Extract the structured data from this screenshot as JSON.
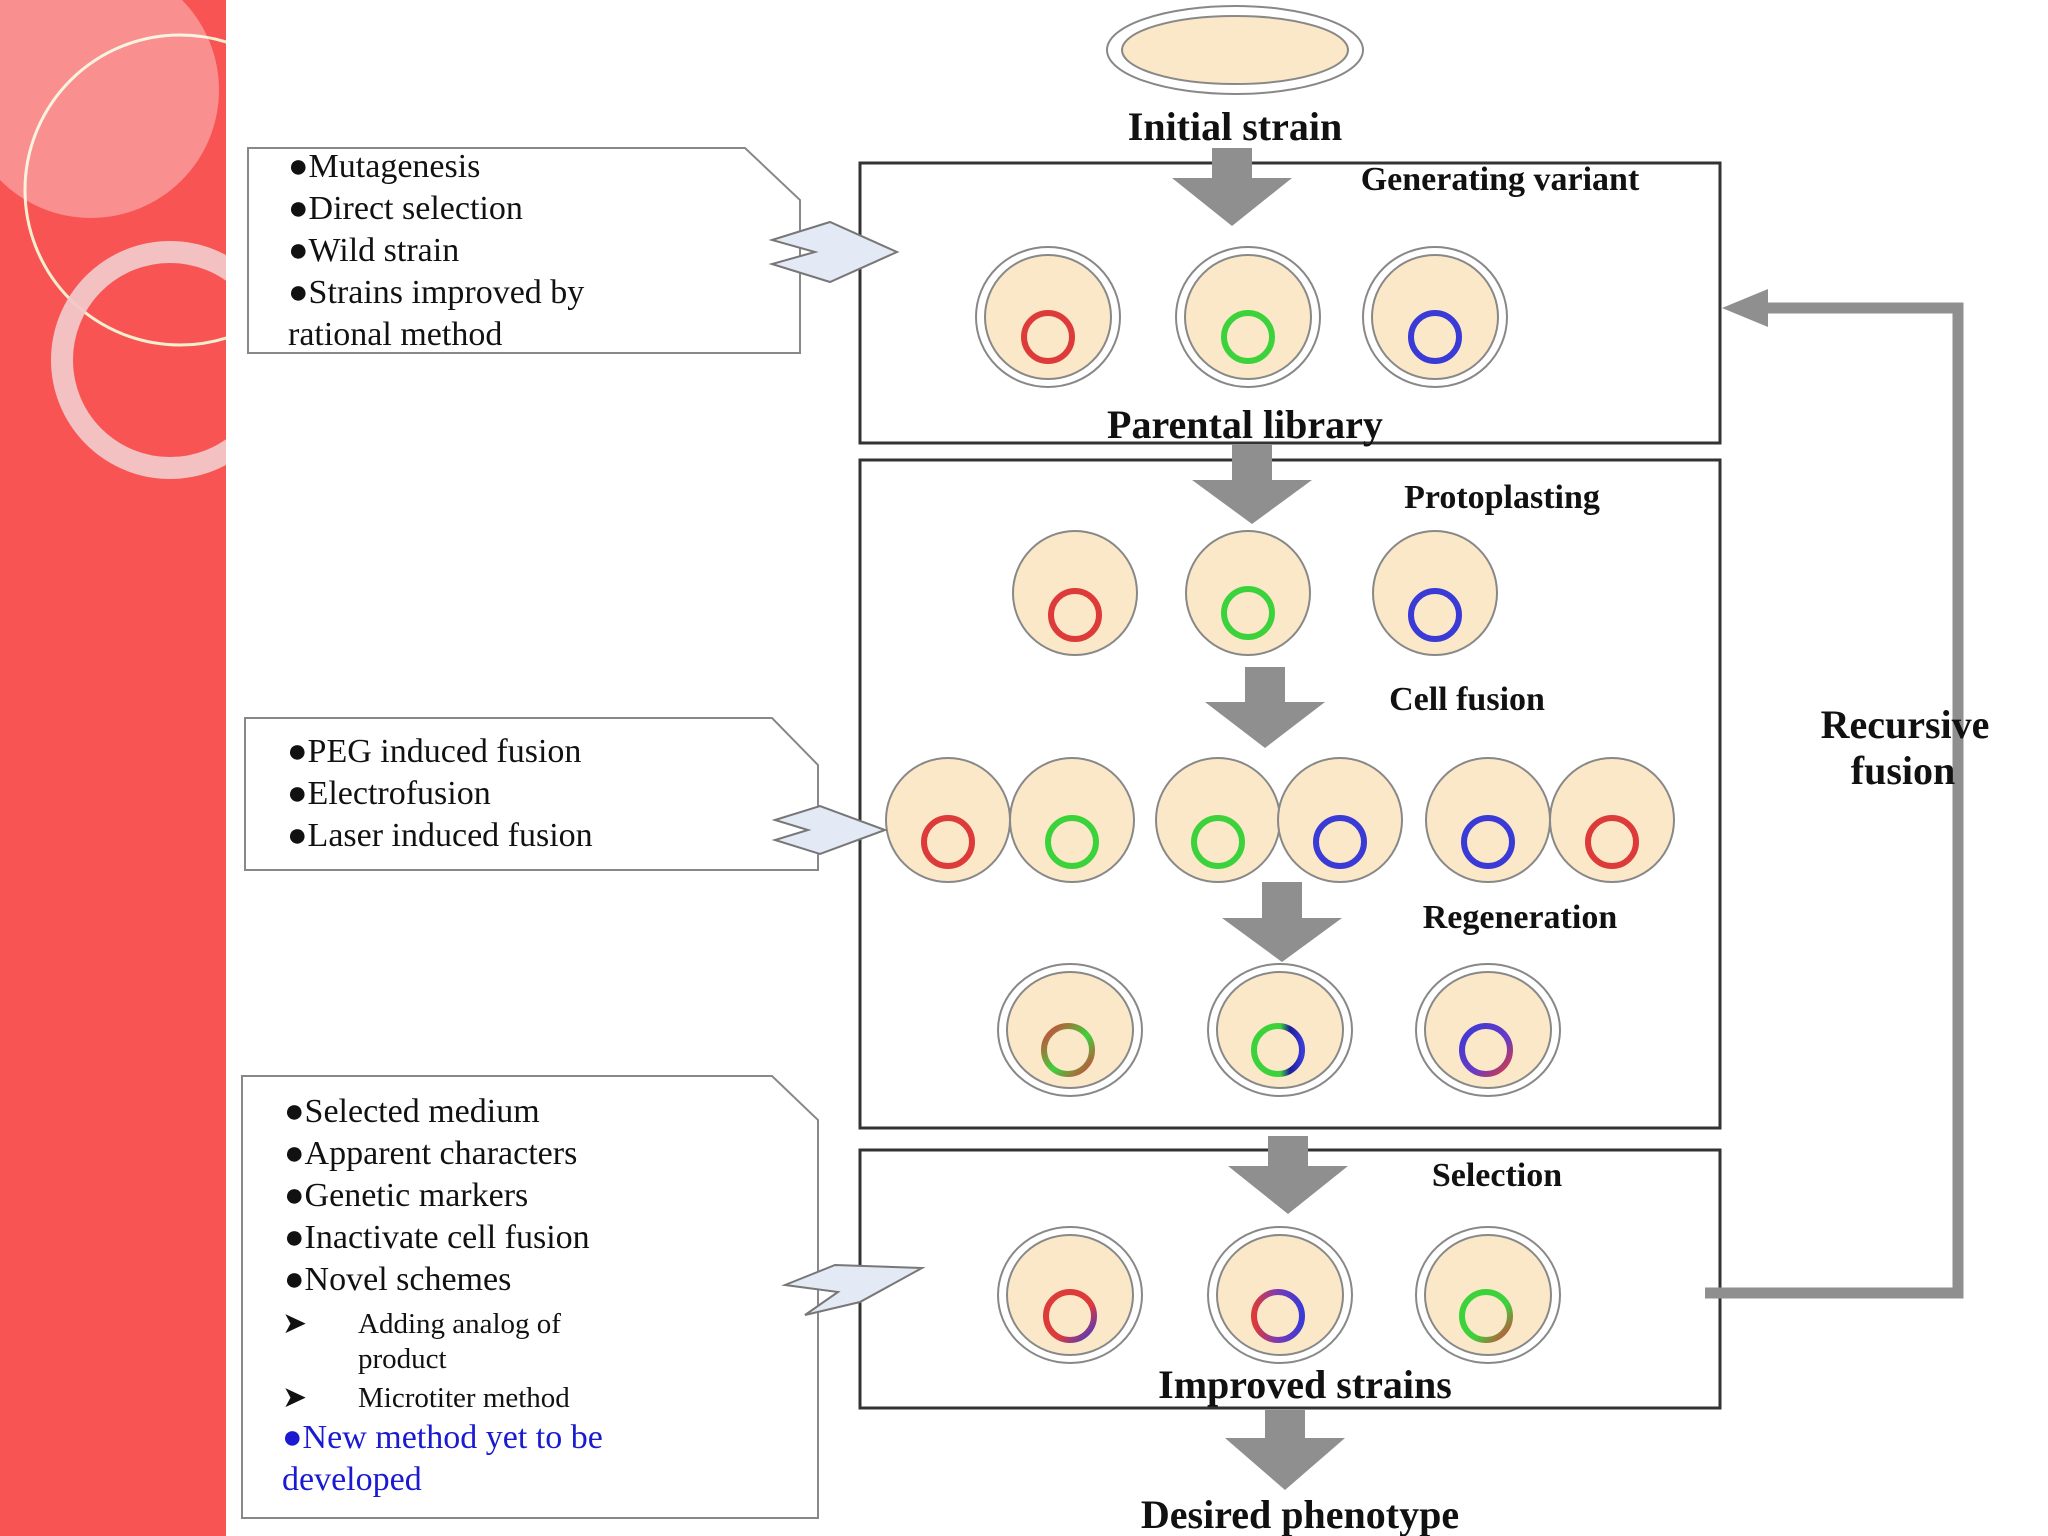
{
  "colors": {
    "sidebar": "#f85454",
    "cell_fill": "#fbe8c8",
    "arrow": "#8f8f8f",
    "plasmid_red": "#dd3a3a",
    "plasmid_green": "#3cd23c",
    "plasmid_blue": "#3a3ad6",
    "new_method_text": "#1a1ad0"
  },
  "labels": {
    "initial_strain": "Initial strain",
    "generating_variant": "Generating variant",
    "parental_library": "Parental library",
    "protoplasting": "Protoplasting",
    "cell_fusion": "Cell fusion",
    "regeneration": "Regeneration",
    "selection": "Selection",
    "improved_strains": "Improved strains",
    "desired_phenotype": "Desired phenotype",
    "recursive_line1": "Recursive",
    "recursive_line2": "fusion"
  },
  "notes": {
    "variant": {
      "bullets": [
        "Mutagenesis",
        "Direct selection",
        "Wild strain",
        "Strains improved by"
      ],
      "continuation": "rational method"
    },
    "fusion": {
      "bullets": [
        "PEG induced fusion",
        "Electrofusion",
        "Laser induced fusion"
      ]
    },
    "selection": {
      "bullets": [
        "Selected medium",
        "Apparent  characters",
        "Genetic markers",
        "Inactivate cell fusion",
        "Novel schemes"
      ],
      "sub_items": [
        "Adding analog of",
        "Microtiter method"
      ],
      "sub_continuation": "product",
      "new_method_line1": "New method yet to be",
      "new_method_line2": "developed"
    }
  },
  "glyphs": {
    "bullet": "●",
    "sub_bullet": "➤"
  }
}
